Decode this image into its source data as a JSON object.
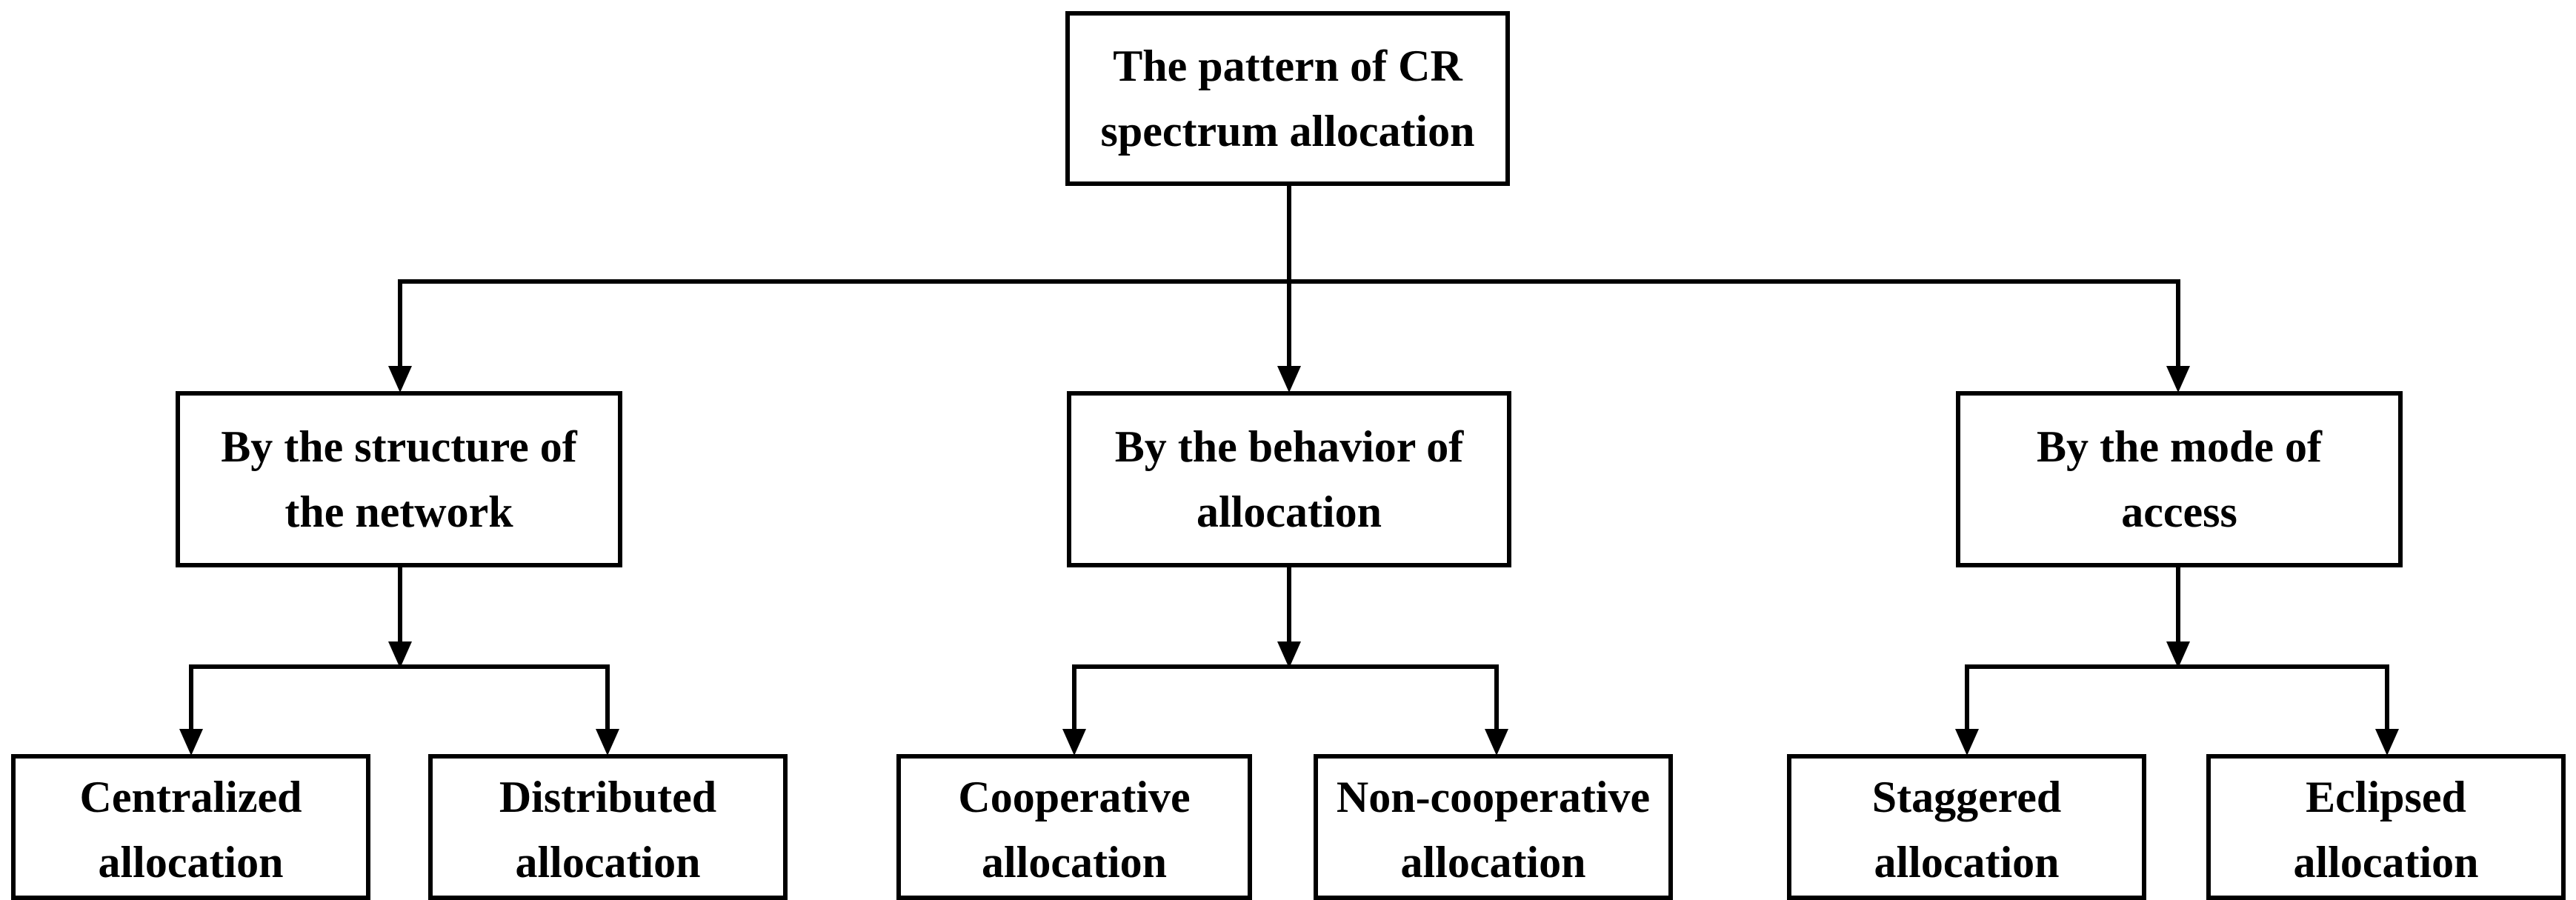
{
  "diagram": {
    "root": {
      "label": "The pattern of CR\nspectrum allocation"
    },
    "categories": [
      {
        "label": "By the structure of\nthe network",
        "children": [
          {
            "label": "Centralized\nallocation"
          },
          {
            "label": "Distributed\nallocation"
          }
        ]
      },
      {
        "label": "By the behavior of\nallocation",
        "children": [
          {
            "label": "Cooperative\nallocation"
          },
          {
            "label": "Non-cooperative\nallocation"
          }
        ]
      },
      {
        "label": "By the mode of\naccess",
        "children": [
          {
            "label": "Staggered\nallocation"
          },
          {
            "label": "Eclipsed\nallocation"
          }
        ]
      }
    ],
    "colors": {
      "line": "#000000",
      "box_border": "#000000",
      "background": "#ffffff"
    }
  }
}
